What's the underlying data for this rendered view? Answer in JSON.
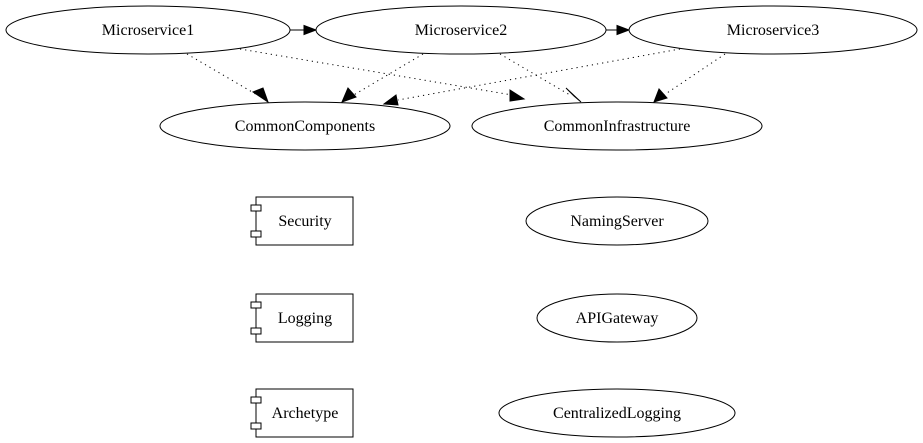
{
  "diagram": {
    "nodes": {
      "ms1": {
        "label": "Microservice1",
        "shape": "ellipse"
      },
      "ms2": {
        "label": "Microservice2",
        "shape": "ellipse"
      },
      "ms3": {
        "label": "Microservice3",
        "shape": "ellipse"
      },
      "common_components": {
        "label": "CommonComponents",
        "shape": "ellipse"
      },
      "common_infrastructure": {
        "label": "CommonInfrastructure",
        "shape": "ellipse"
      },
      "security": {
        "label": "Security",
        "shape": "component"
      },
      "logging": {
        "label": "Logging",
        "shape": "component"
      },
      "archetype": {
        "label": "Archetype",
        "shape": "component"
      },
      "naming_server": {
        "label": "NamingServer",
        "shape": "ellipse"
      },
      "api_gateway": {
        "label": "APIGateway",
        "shape": "ellipse"
      },
      "centralized_logging": {
        "label": "CentralizedLogging",
        "shape": "ellipse"
      }
    },
    "edges": [
      {
        "from": "ms1",
        "to": "ms2",
        "style": "solid"
      },
      {
        "from": "ms2",
        "to": "ms3",
        "style": "solid"
      },
      {
        "from": "ms1",
        "to": "common_components",
        "style": "dotted"
      },
      {
        "from": "ms1",
        "to": "common_infrastructure",
        "style": "dotted"
      },
      {
        "from": "ms2",
        "to": "common_components",
        "style": "dotted"
      },
      {
        "from": "ms2",
        "to": "common_infrastructure",
        "style": "dotted"
      },
      {
        "from": "ms3",
        "to": "common_components",
        "style": "dotted"
      },
      {
        "from": "ms3",
        "to": "common_infrastructure",
        "style": "dotted"
      }
    ]
  }
}
